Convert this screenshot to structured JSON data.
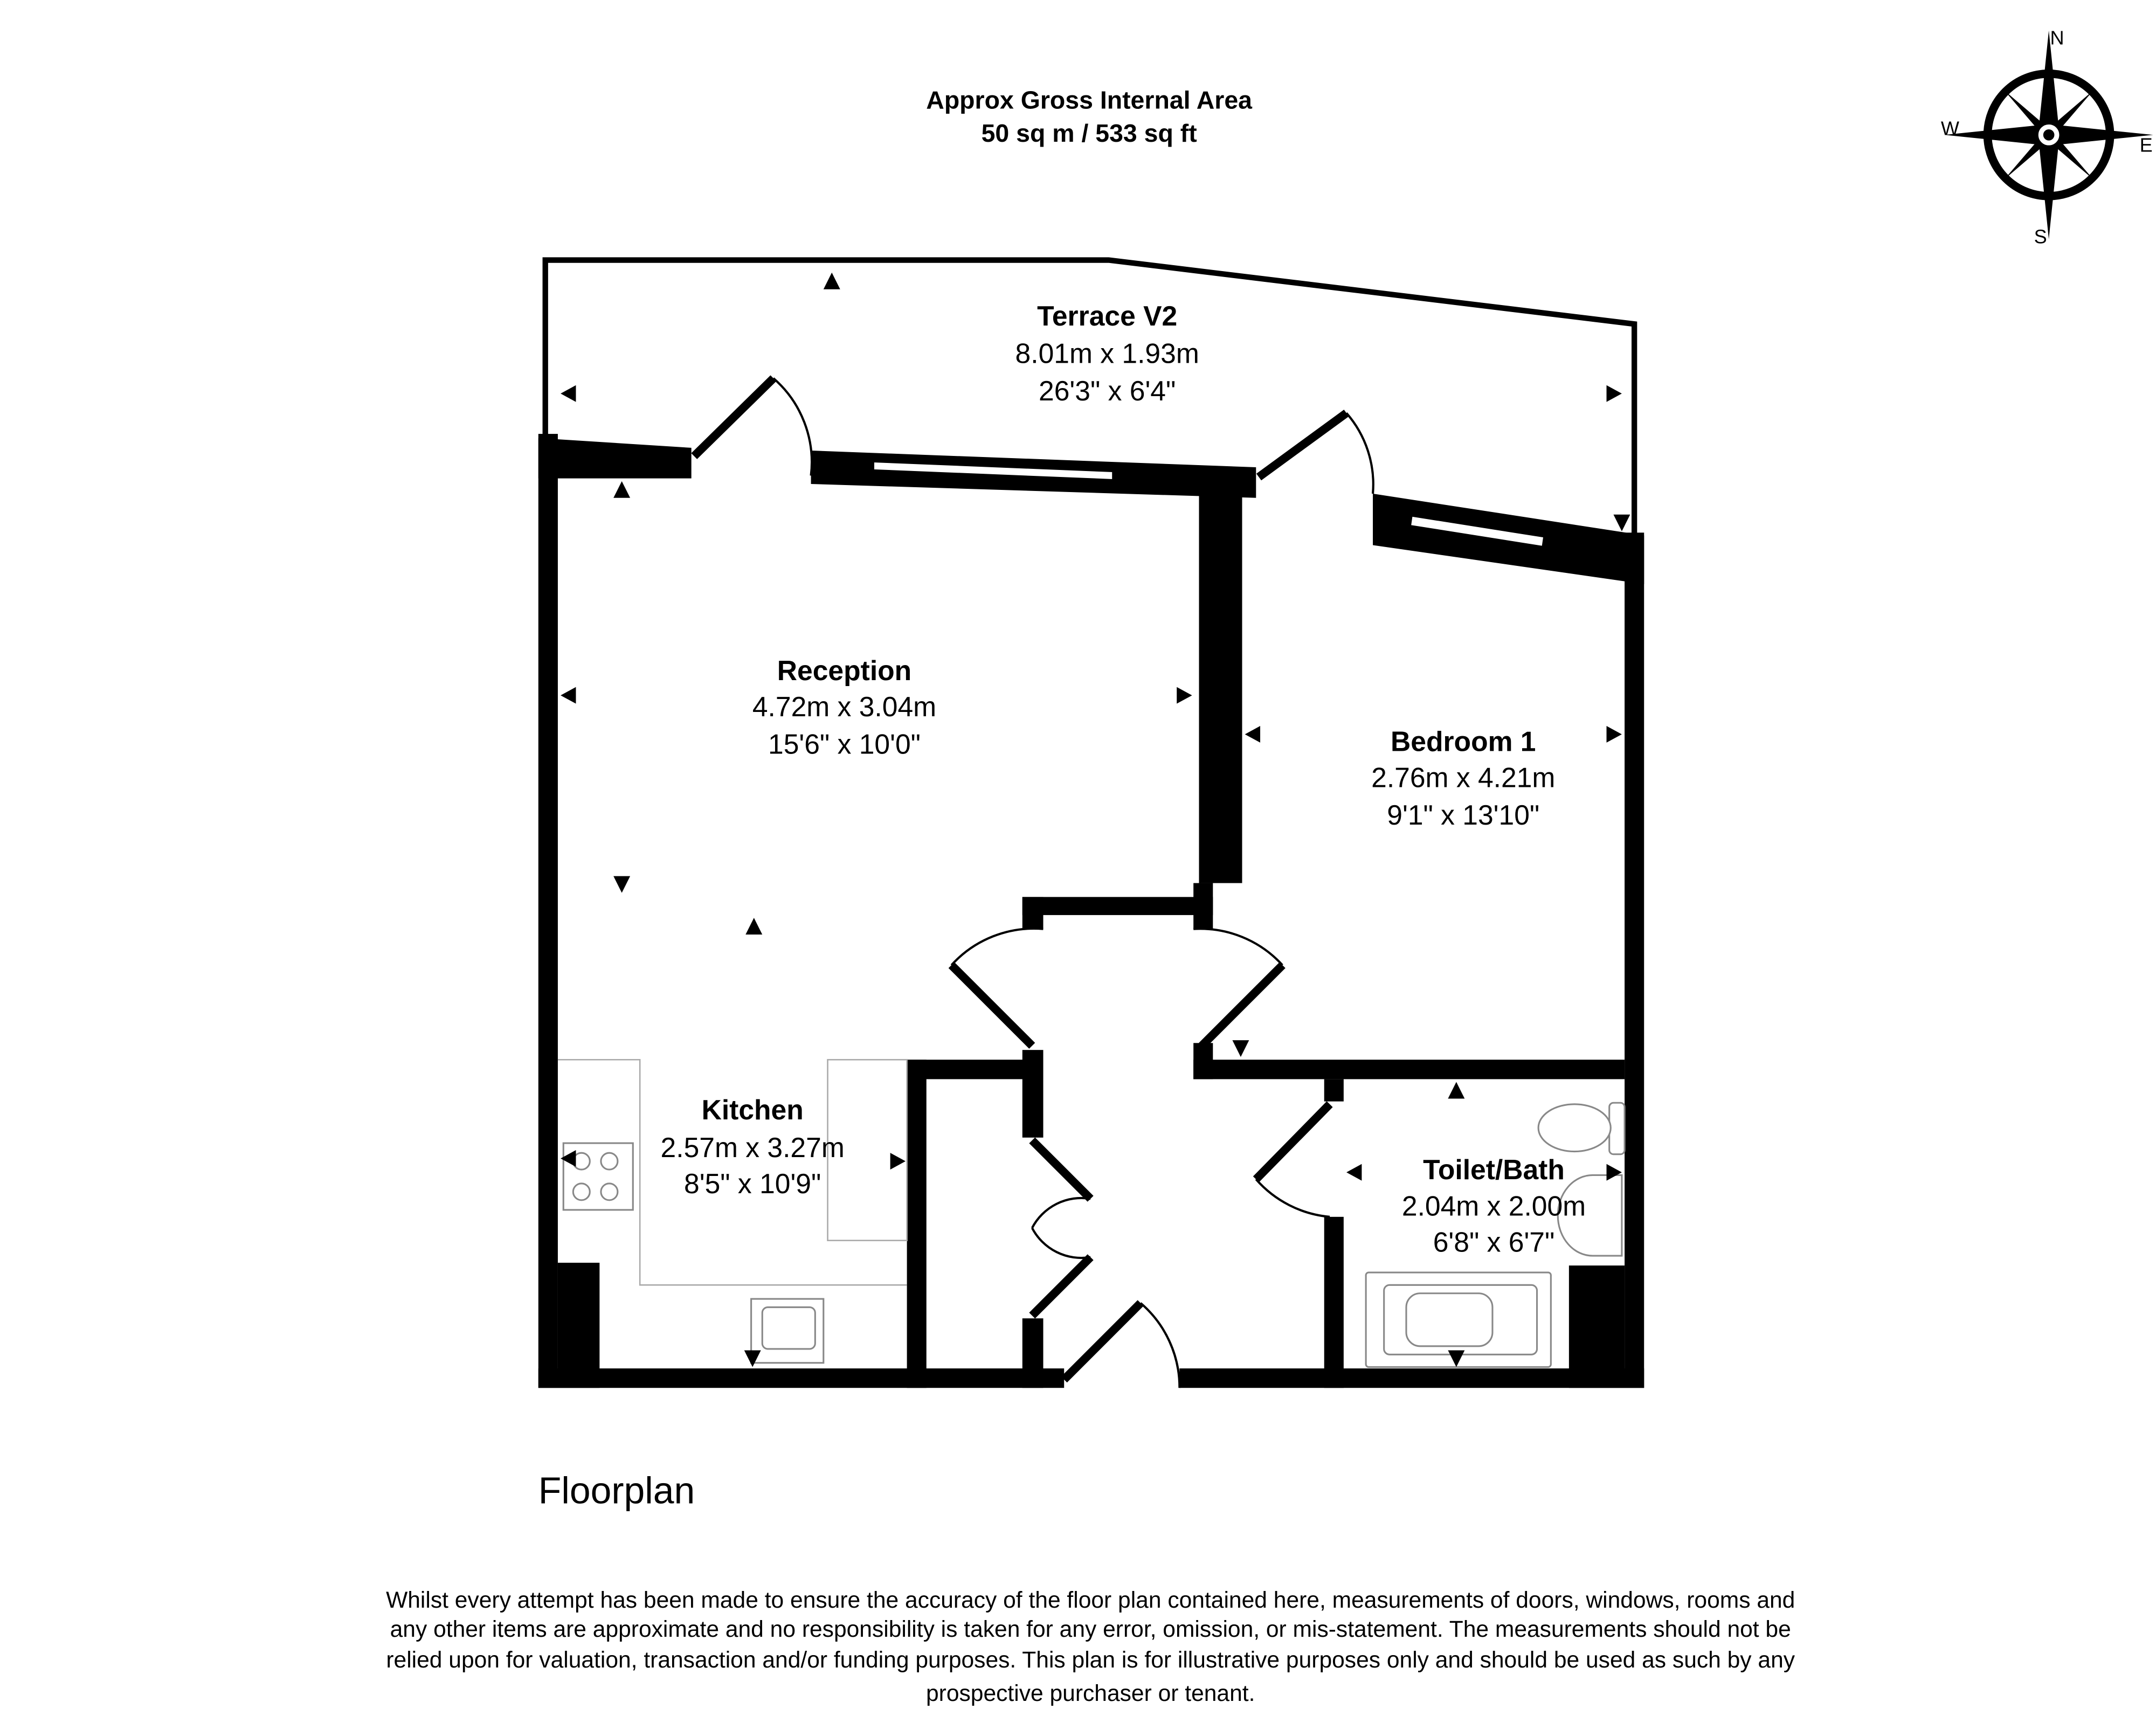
{
  "header": {
    "line1": "Approx Gross Internal Area",
    "line2": "50 sq m / 533 sq ft"
  },
  "compass": {
    "n": "N",
    "e": "E",
    "s": "S",
    "w": "W"
  },
  "rooms": [
    {
      "name": "Terrace V2",
      "metric": "8.01m x 1.93m",
      "imperial": "26'3\" x 6'4\""
    },
    {
      "name": "Reception",
      "metric": "4.72m x 3.04m",
      "imperial": "15'6\" x 10'0\""
    },
    {
      "name": "Bedroom 1",
      "metric": "2.76m x 4.21m",
      "imperial": "9'1\" x 13'10\""
    },
    {
      "name": "Kitchen",
      "metric": "2.57m x 3.27m",
      "imperial": "8'5\" x 10'9\""
    },
    {
      "name": "Toilet/Bath",
      "metric": "2.04m x 2.00m",
      "imperial": "6'8\" x 6'7\""
    }
  ],
  "floor_label": "Floorplan",
  "disclaimer": [
    "Whilst every attempt has been made to ensure the accuracy of the floor plan contained here, measurements of doors, windows, rooms and",
    "any other items are approximate and no responsibility is taken for any error, omission, or mis-statement. The measurements should not be",
    "relied upon for valuation, transaction and/or funding purposes. This plan is for illustrative purposes only and should be used as such by any",
    "prospective purchaser or tenant."
  ]
}
